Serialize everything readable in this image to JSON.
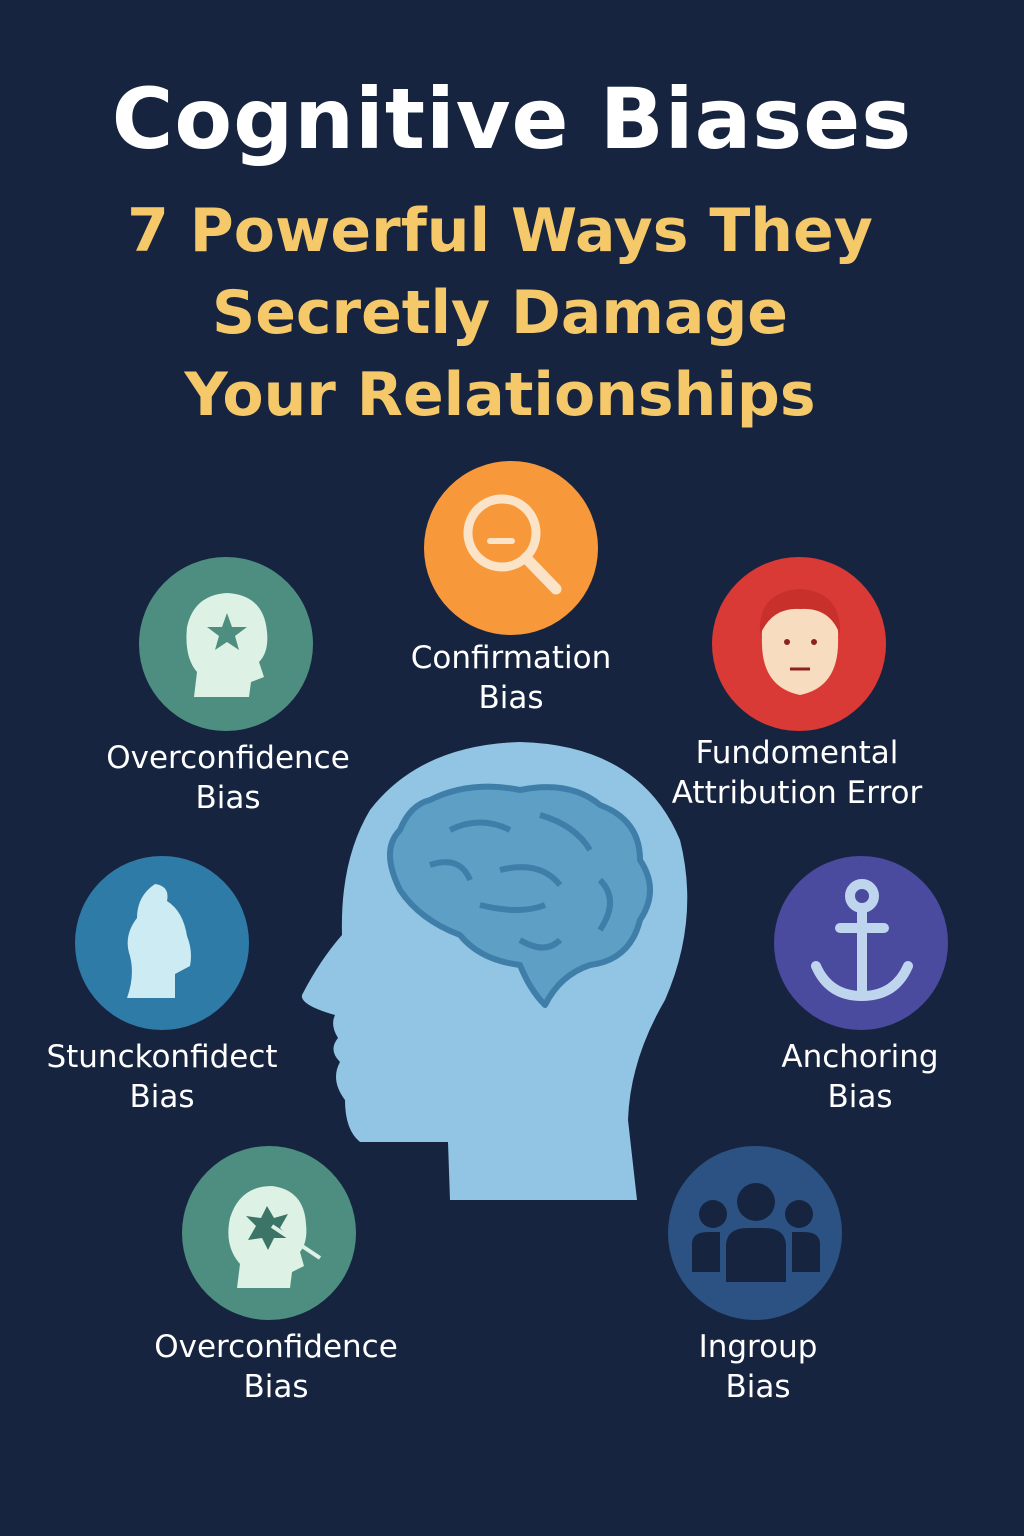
{
  "title": "Cognitive Biases",
  "subtitle": [
    "7 Powerful Ways They",
    "Secretly Damage",
    "Your Relationships"
  ],
  "biases": [
    {
      "line1": "Confirmation",
      "line2": "Bias",
      "color": "#F7993A",
      "icon": "magnifier-icon"
    },
    {
      "line1": "Overconfidence",
      "line2": "Bias",
      "color": "#4E8E80",
      "icon": "head-star-icon"
    },
    {
      "line1": "Fundomental",
      "line2": "Attribution Error",
      "color": "#D93A35",
      "icon": "face-icon"
    },
    {
      "line1": "Stunckonfidect",
      "line2": "Bias",
      "color": "#2E7BA8",
      "icon": "head-silhouette-icon"
    },
    {
      "line1": "Anchoring",
      "line2": "Bias",
      "color": "#4A4A9E",
      "icon": "anchor-icon"
    },
    {
      "line1": "Overconfidence",
      "line2": "Bias",
      "color": "#4E8E80",
      "icon": "head-burst-icon"
    },
    {
      "line1": "Ingroup",
      "line2": "Bias",
      "color": "#2C5283",
      "icon": "group-icon"
    }
  ]
}
